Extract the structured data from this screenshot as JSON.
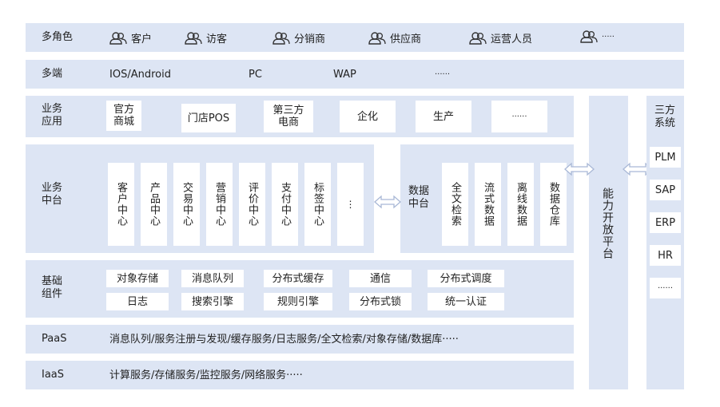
{
  "rows": {
    "roles": {
      "label": "多角色",
      "items": [
        "客户",
        "访客",
        "分销商",
        "供应商",
        "运营人员",
        "·····"
      ]
    },
    "clients": {
      "label": "多端",
      "items": [
        "IOS/Android",
        "PC",
        "WAP",
        "······"
      ]
    },
    "apps": {
      "label": "业务\n应用",
      "items": [
        "官方\n商城",
        "门店POS",
        "第三方\n电商",
        "企化",
        "生产",
        "······"
      ]
    },
    "middle": {
      "label": "业务\n中台",
      "items": [
        "客户中心",
        "产品中心",
        "交易中心",
        "营销中心",
        "评价中心",
        "支付中心",
        "标签中心",
        "⋮"
      ]
    },
    "data_middle": {
      "label": "数据\n中台",
      "items": [
        "全文检索",
        "流式数据",
        "离线数据",
        "数据仓库"
      ]
    },
    "components": {
      "label": "基础\n组件",
      "row1": [
        "对象存储",
        "消息队列",
        "分布式缓存",
        "通信",
        "分布式调度"
      ],
      "row2": [
        "日志",
        "搜索引擎",
        "规则引擎",
        "分布式锁",
        "统一认证"
      ]
    },
    "paas": {
      "label": "PaaS",
      "text": "消息队列/服务注册与发现/缓存服务/日志服务/全文检索/对象存储/数据库·····"
    },
    "iaas": {
      "label": "IaaS",
      "text": "计算服务/存储服务/监控服务/网络服务·····"
    }
  },
  "capability": {
    "label": "能力开放平台"
  },
  "third_party": {
    "label": "三方\n系统",
    "items": [
      "PLM",
      "SAP",
      "ERP",
      "HR",
      "······"
    ]
  },
  "colors": {
    "band": "#dde5f4",
    "icon": "#333333",
    "arrow": "#b8c6e0"
  }
}
